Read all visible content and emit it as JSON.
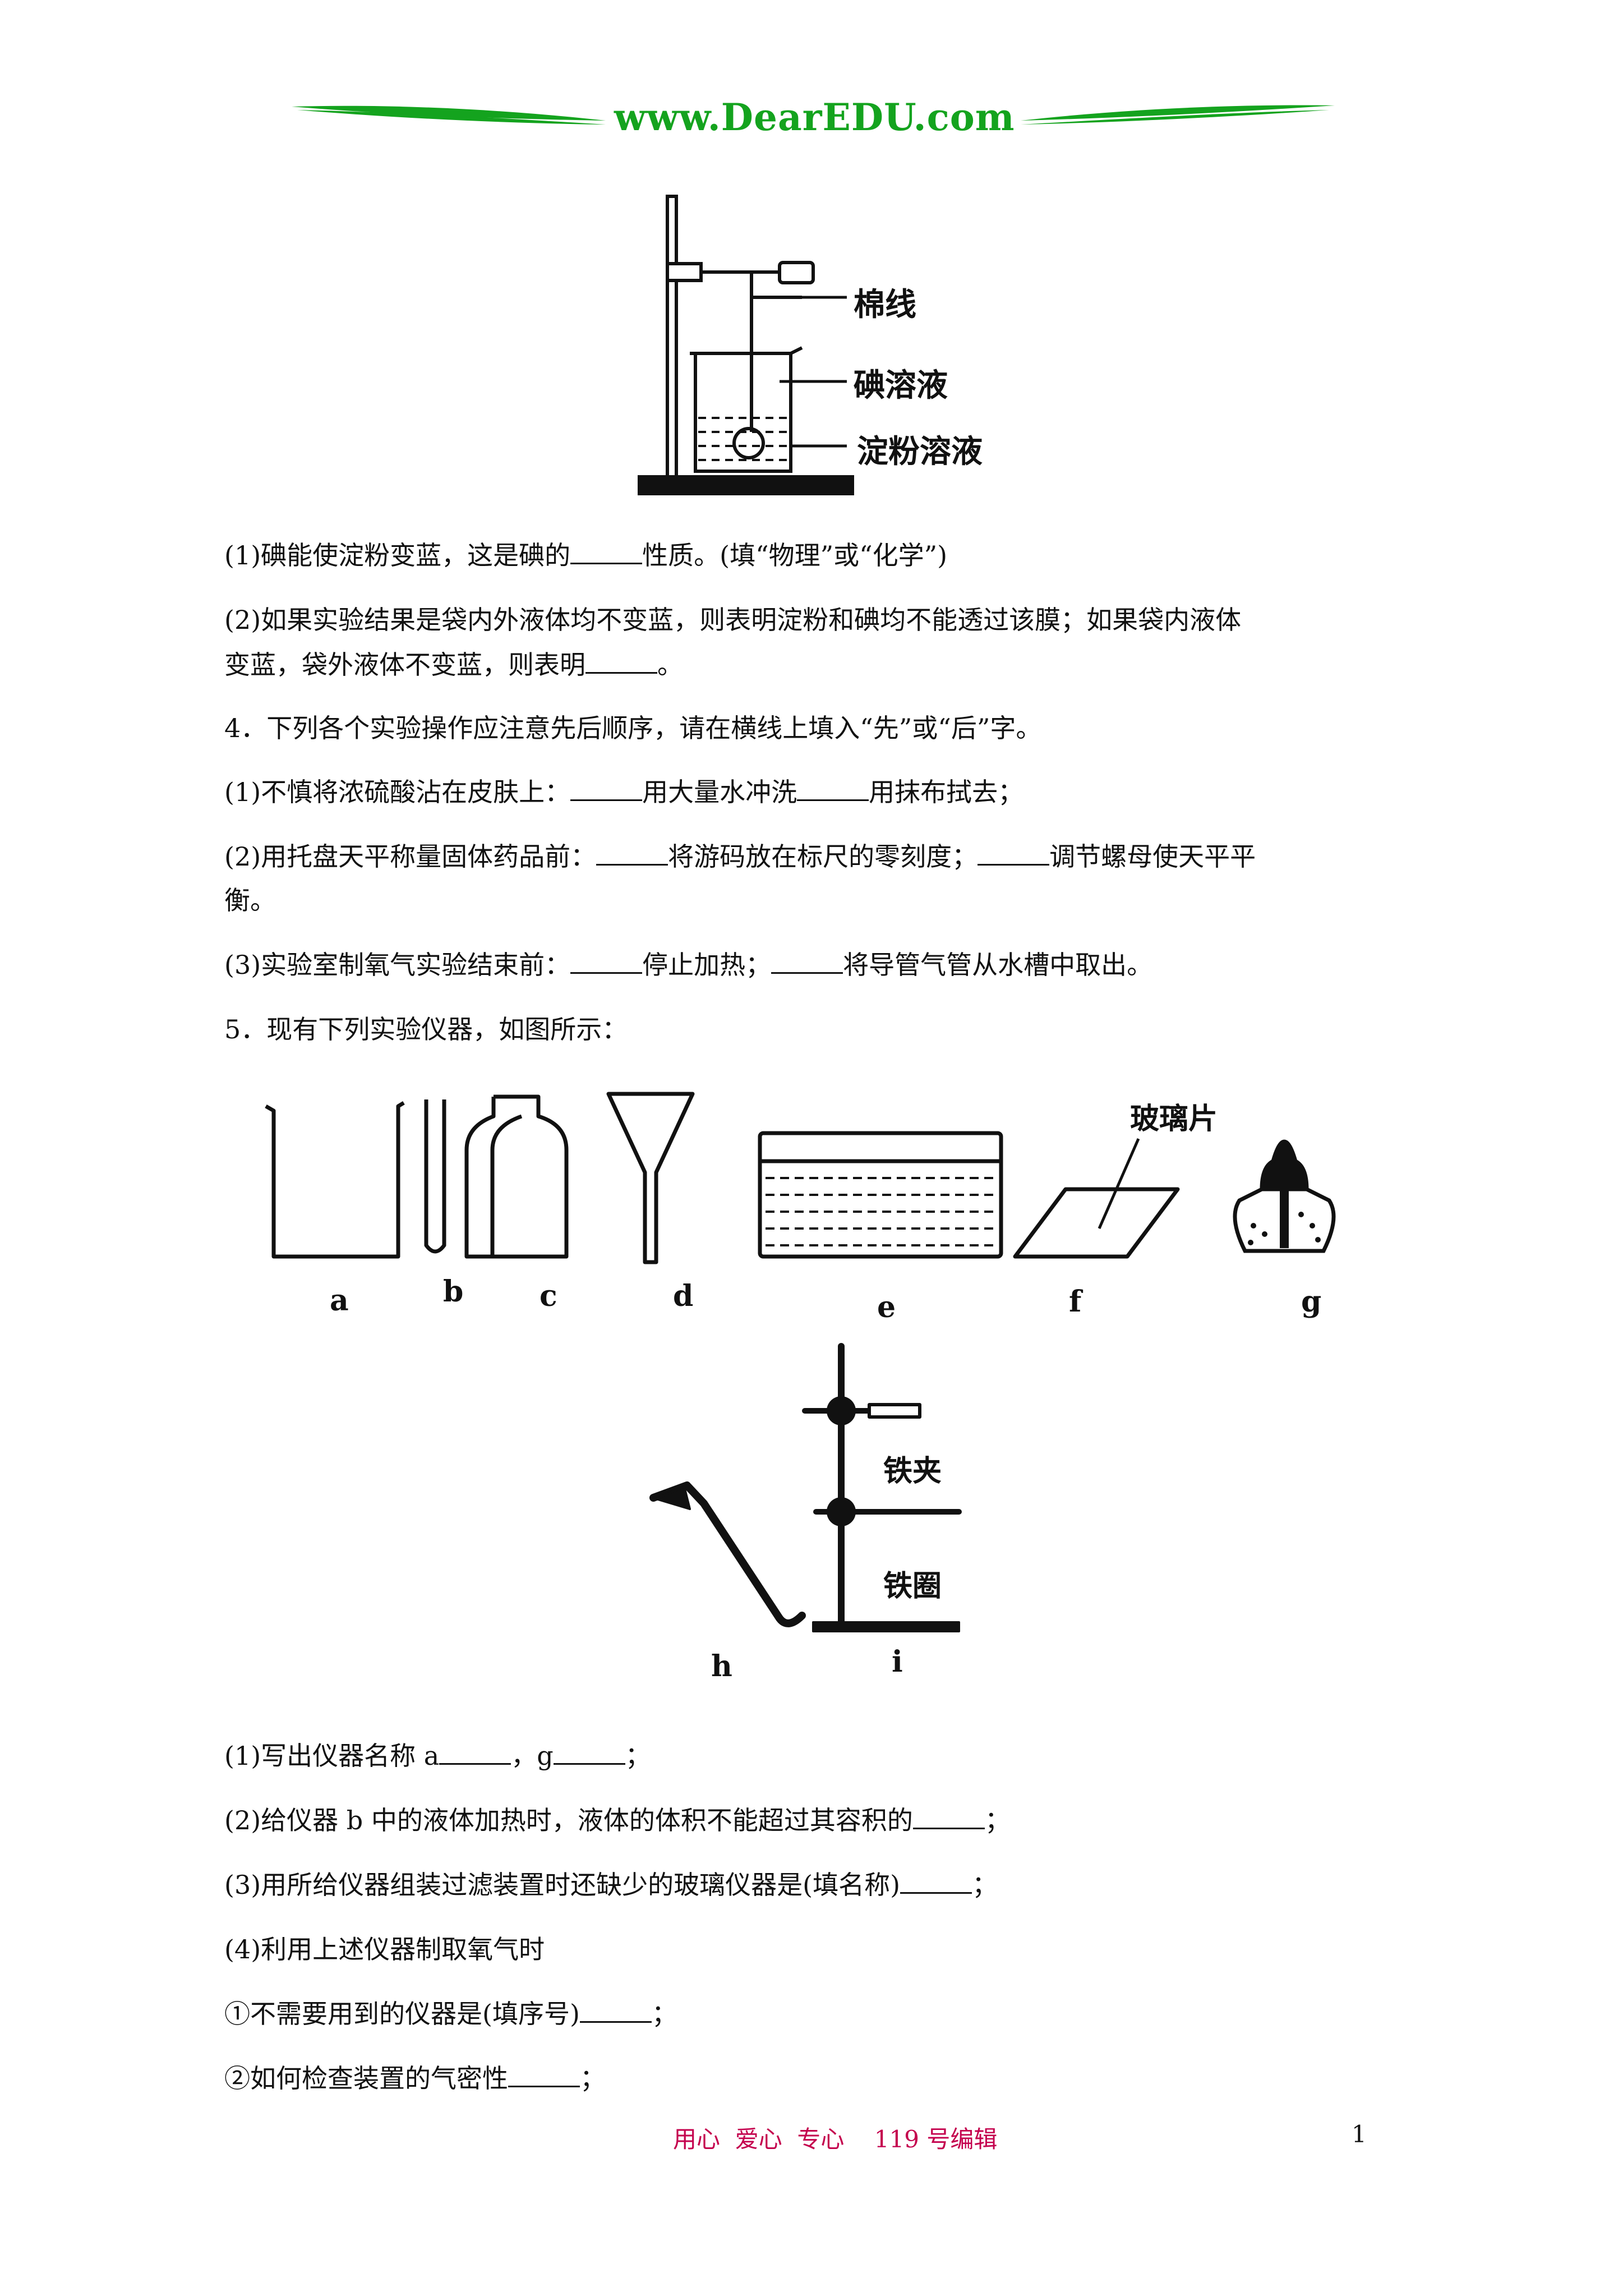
{
  "header": {
    "brand": "www.DearEDU.com",
    "accent_color": "#14a31e"
  },
  "figure1": {
    "labels": [
      "棉线",
      "碘溶液",
      "淀粉溶液"
    ]
  },
  "q3": {
    "p1": "(1)碘能使淀粉变蓝，这是碘的",
    "p1_tail": "性质。(填“物理”或“化学”)",
    "p2_line1": "(2)如果实验结果是袋内外液体均不变蓝，则表明淀粉和碘均不能透过该膜；如果袋内液体",
    "p2_line2": "变蓝，袋外液体不变蓝，则表明",
    "p2_tail": "。"
  },
  "q4": {
    "stem": "4．下列各个实验操作应注意先后顺序，请在横线上填入“先”或“后”字。",
    "s1_a": "(1)不慎将浓硫酸沾在皮肤上：",
    "s1_b": "用大量水冲洗",
    "s1_c": "用抹布拭去；",
    "s2_a": "(2)用托盘天平称量固体药品前：",
    "s2_b": "将游码放在标尺的零刻度；",
    "s2_c": "调节螺母使天平平",
    "s2_line2": "衡。",
    "s3_a": "(3)实验室制氧气实验结束前：",
    "s3_b": "停止加热；",
    "s3_c": "将导管气管从水槽中取出。"
  },
  "q5": {
    "stem": "5．现有下列实验仪器，如图所示：",
    "instrument_letters": [
      "a",
      "b",
      "c",
      "d",
      "e",
      "f",
      "g"
    ],
    "glass_label": "玻璃片",
    "stand_labels": [
      "铁夹",
      "铁圈"
    ],
    "letters_bottom": [
      "h",
      "i"
    ],
    "s1_a": "(1)写出仪器名称 a",
    "s1_b": "，g",
    "s1_c": "；",
    "s2_a": "(2)给仪器 b 中的液体加热时，液体的体积不能超过其容积的",
    "s2_b": "；",
    "s3_a": "(3)用所给仪器组装过滤装置时还缺少的玻璃仪器是(填名称)",
    "s3_b": "；",
    "s4": "(4)利用上述仪器制取氧气时",
    "s4_1a": "①不需要用到的仪器是(填序号)",
    "s4_1b": "；",
    "s4_2a": "②如何检查装置的气密性",
    "s4_2b": "；"
  },
  "footer": {
    "center": "用心  爱心  专心    119 号编辑",
    "center_color": "#c4004d",
    "page": "1"
  }
}
